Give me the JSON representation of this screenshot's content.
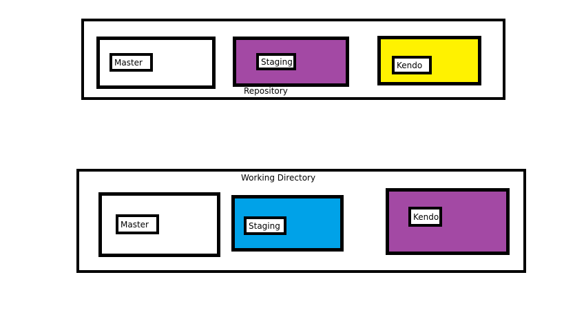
{
  "repository": {
    "caption": "Repository",
    "branches": [
      {
        "label": "Master",
        "color": "#ffffff"
      },
      {
        "label": "Staging",
        "color": "#a349a4"
      },
      {
        "label": "Kendo",
        "color": "#fff200"
      }
    ]
  },
  "working_directory": {
    "caption": "Working Directory",
    "branches": [
      {
        "label": "Master",
        "color": "#ffffff"
      },
      {
        "label": "Staging",
        "color": "#00a2e8"
      },
      {
        "label": "Kendo",
        "color": "#a349a4"
      }
    ]
  }
}
